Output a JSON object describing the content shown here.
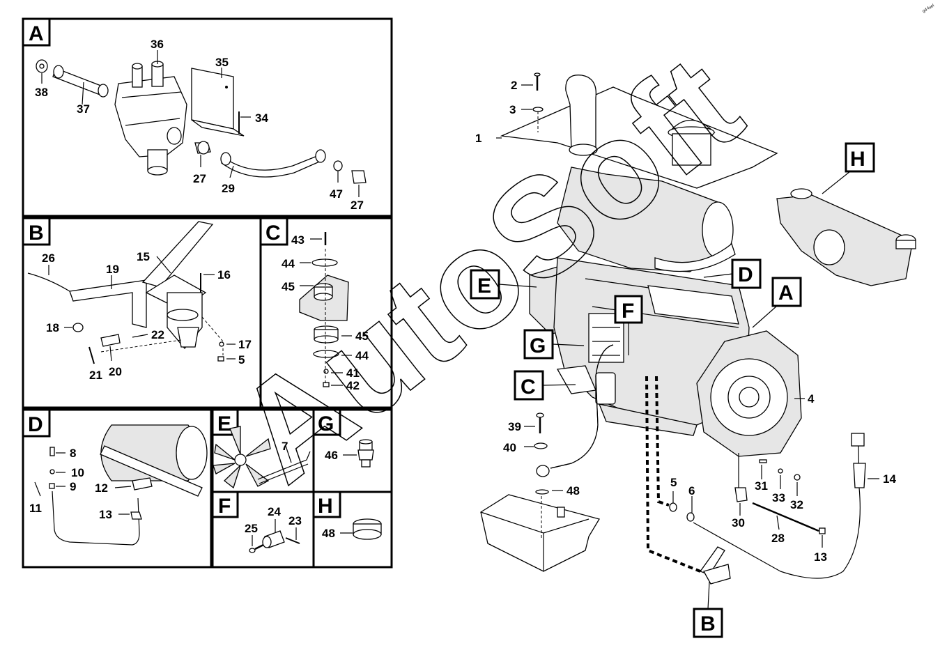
{
  "panels": [
    {
      "id": "A",
      "label": "A"
    },
    {
      "id": "B",
      "label": "B"
    },
    {
      "id": "C",
      "label": "C"
    },
    {
      "id": "D",
      "label": "D"
    },
    {
      "id": "E",
      "label": "E"
    },
    {
      "id": "F",
      "label": "F"
    },
    {
      "id": "G",
      "label": "G"
    },
    {
      "id": "H",
      "label": "H"
    }
  ],
  "callouts_main": [
    "E",
    "G",
    "C",
    "F",
    "D",
    "A",
    "H",
    "B"
  ],
  "part_numbers": {
    "panelA": [
      "36",
      "35",
      "38",
      "37",
      "34",
      "27",
      "29",
      "47",
      "27"
    ],
    "panelB": [
      "26",
      "19",
      "15",
      "16",
      "18",
      "22",
      "17",
      "5",
      "21",
      "20"
    ],
    "panelC": [
      "43",
      "44",
      "45",
      "45",
      "44",
      "41",
      "42"
    ],
    "panelD": [
      "8",
      "10",
      "9",
      "11",
      "12",
      "13"
    ],
    "panelE": [
      "7"
    ],
    "panelF": [
      "24",
      "25",
      "23"
    ],
    "panelG": [
      "46"
    ],
    "panelH": [
      "48"
    ],
    "main": [
      "2",
      "3",
      "1",
      "4",
      "39",
      "40",
      "48",
      "5",
      "6",
      "31",
      "33",
      "32",
      "30",
      "28",
      "13",
      "14"
    ]
  },
  "watermark": "AutoSoft",
  "corner_mark": "gd-fuel"
}
